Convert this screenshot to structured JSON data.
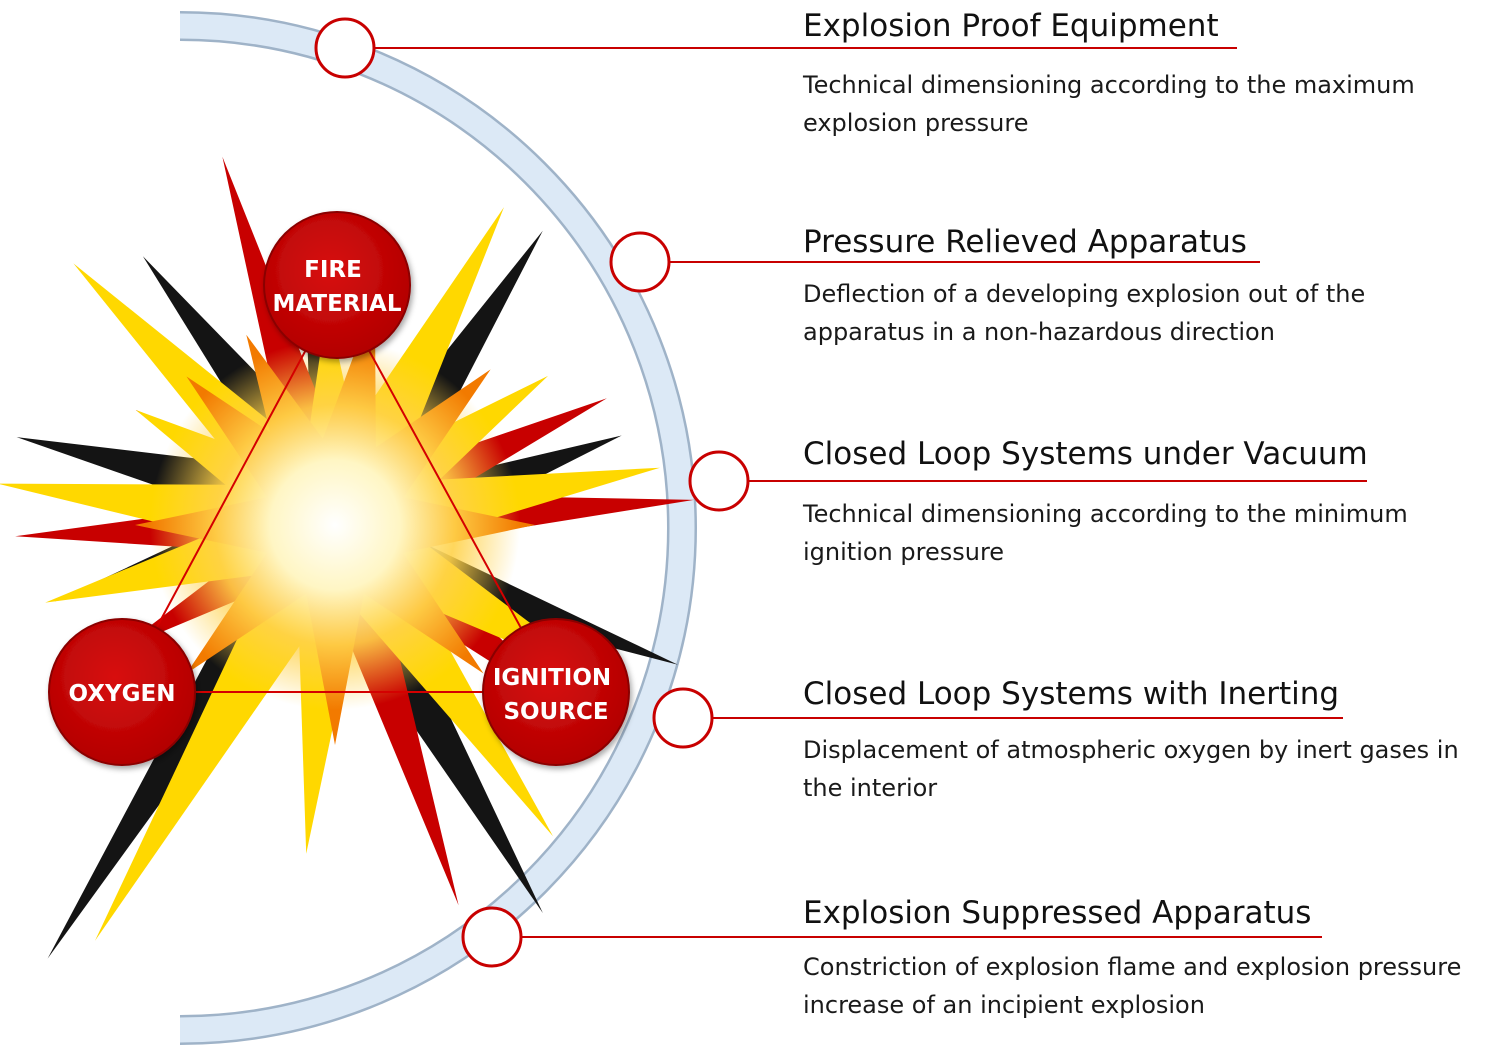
{
  "colors": {
    "red": "#c80000",
    "node_red": "#cc0000",
    "yellow": "#ffd800",
    "black": "#141414",
    "ring": "#dce9f6"
  },
  "triangle": {
    "fire": "FIRE\nMATERIAL",
    "oxygen": "OXYGEN",
    "ignition": "IGNITION\nSOURCE"
  },
  "measures": [
    {
      "title": "Explosion Proof Equipment",
      "description": "Technical dimensioning according to the maximum explosion pressure"
    },
    {
      "title": "Pressure Relieved Apparatus",
      "description": "Deflection of a developing explosion out of the apparatus in a non-hazardous direction"
    },
    {
      "title": "Closed Loop Systems under Vacuum",
      "description": "Technical dimensioning according to the minimum ignition pressure"
    },
    {
      "title": "Closed Loop Systems with Inerting",
      "description": "Displacement of atmospheric oxygen by inert gases in the interior"
    },
    {
      "title": "Explosion Suppressed Apparatus",
      "description": "Constriction of explosion flame and explosion pressure increase of an incipient explosion"
    }
  ]
}
